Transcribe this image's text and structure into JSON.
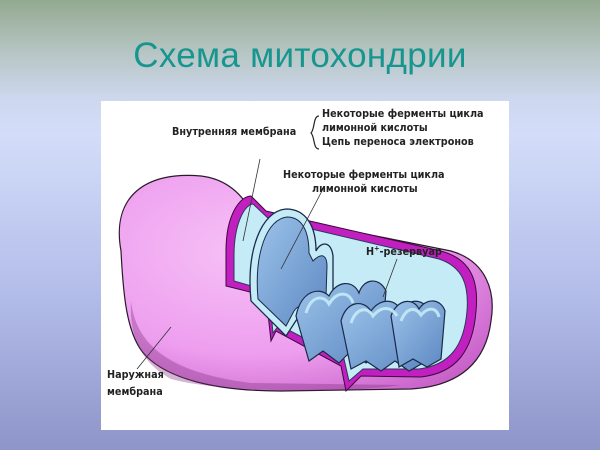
{
  "slide": {
    "title": "Схема митохондрии"
  },
  "diagram": {
    "labels": {
      "inner_membrane": "Внутренняя мембрана",
      "inner_membrane_functions": [
        "Некоторые ферменты цикла",
        "лимонной кислоты",
        "Цепь переноса электронов"
      ],
      "matrix_line1": "Некоторые ферменты цикла",
      "matrix_line2": "лимонной кислоты",
      "h_reservoir_prefix": "H",
      "h_reservoir_sup": "+",
      "h_reservoir_suffix": "-резервуар",
      "outer_membrane_line1": "Наружная",
      "outer_membrane_line2": "мембрана"
    },
    "colors": {
      "outer_membrane": "#f0a6f2",
      "membrane_edge": "#c21fc0",
      "intermembrane": "#bfe9f5",
      "matrix": "#7fa8d8",
      "title": "#17968f"
    }
  }
}
